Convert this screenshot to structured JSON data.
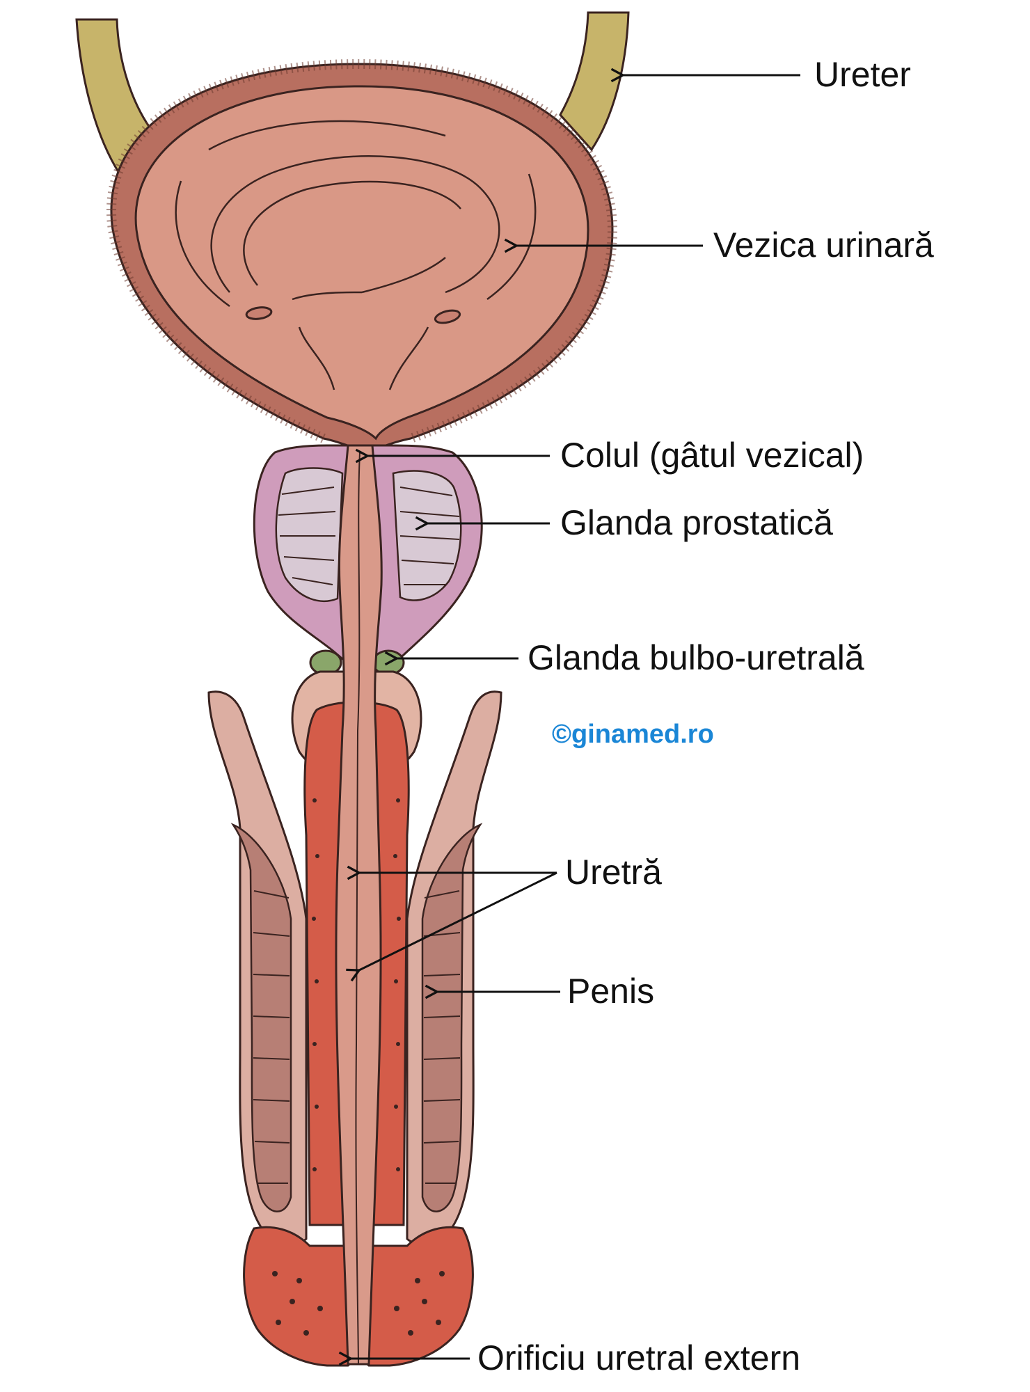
{
  "labels": {
    "ureter": "Ureter",
    "bladder": "Vezica urinară",
    "bladder_neck": "Colul (gâtul vezical)",
    "prostate": "Glanda prostatică",
    "bulbourethral": "Glanda bulbo-uretrală",
    "urethra": "Uretră",
    "penis": "Penis",
    "external_orifice": "Orificiu uretral extern"
  },
  "watermark": "©ginamed.ro",
  "colors": {
    "ureter": "#c7b46a",
    "bladder_wall": "#b86f60",
    "bladder_inner": "#d99886",
    "prostate": "#cf9cbb",
    "prostate_lobes": "#d8c9d4",
    "bulbourethral": "#8aa66a",
    "bulb": "#e2b4a4",
    "urethra": "#d99a8a",
    "spongiosum": "#d45c49",
    "cavernosa_outer": "#dcaea2",
    "cavernosa_inner": "#b77f75",
    "watermark": "#1a86d6",
    "outline": "#3a2320"
  }
}
